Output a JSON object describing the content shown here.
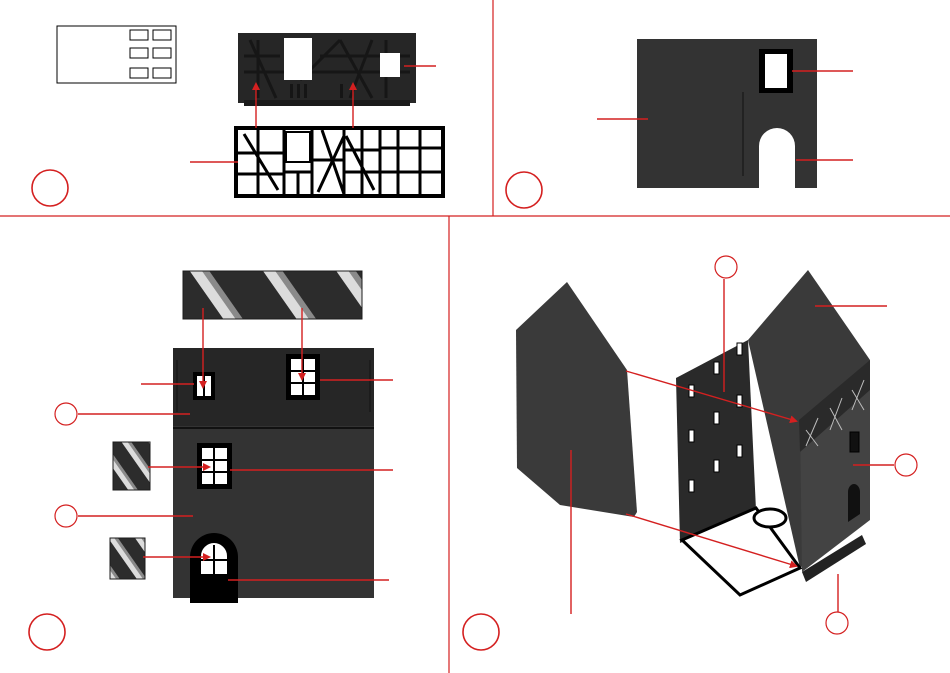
{
  "figure": {
    "description_colors": {
      "accent": "#d42020",
      "wall": "#333333",
      "background": "#ffffff"
    },
    "panels": [
      {
        "id": "step-1",
        "position": "top-left"
      },
      {
        "id": "step-2",
        "position": "top-right"
      },
      {
        "id": "step-3",
        "position": "bottom-left"
      },
      {
        "id": "step-4",
        "position": "bottom-right"
      }
    ]
  }
}
